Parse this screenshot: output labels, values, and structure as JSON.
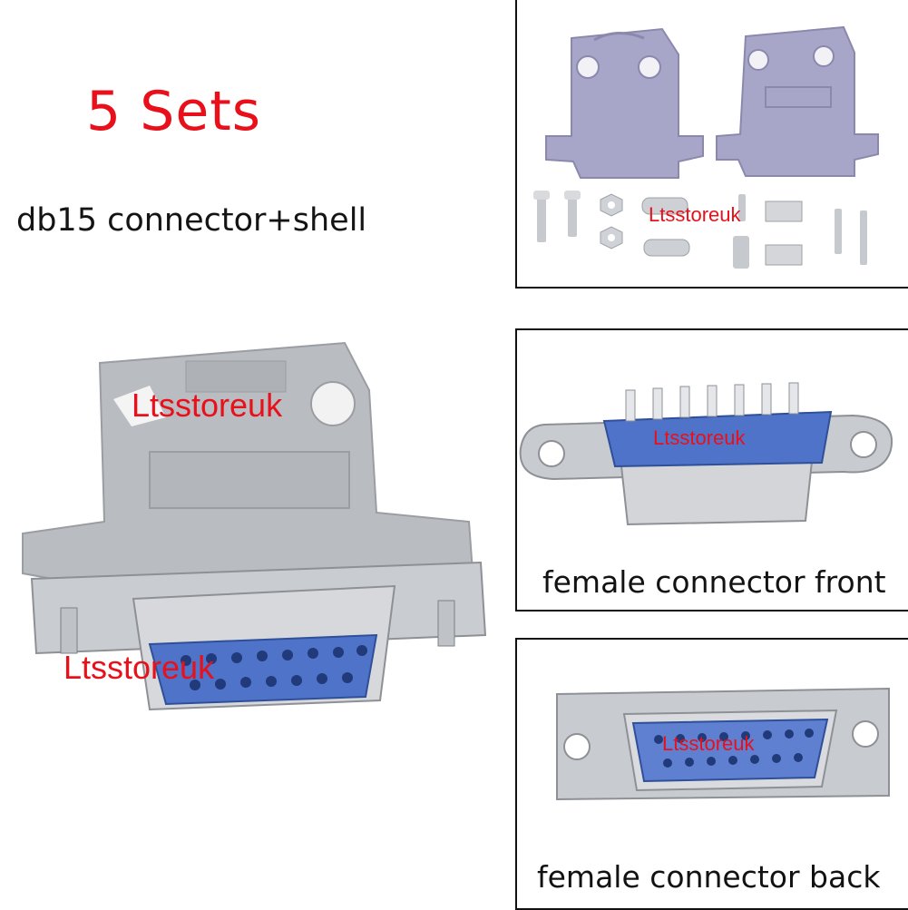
{
  "headline": "5 Sets",
  "subtitle": "db15 connector+shell",
  "watermark": "Ltsstoreuk",
  "captions": {
    "front": "female connector front",
    "back": "female connector back"
  },
  "colors": {
    "headline": "#e8101a",
    "watermark": "#e8101a",
    "shell_grey": "#b9bcc0",
    "shell_violet": "#a7a6c8",
    "contact_blue": "#4f73c8",
    "metal": "#c9ccd0"
  }
}
